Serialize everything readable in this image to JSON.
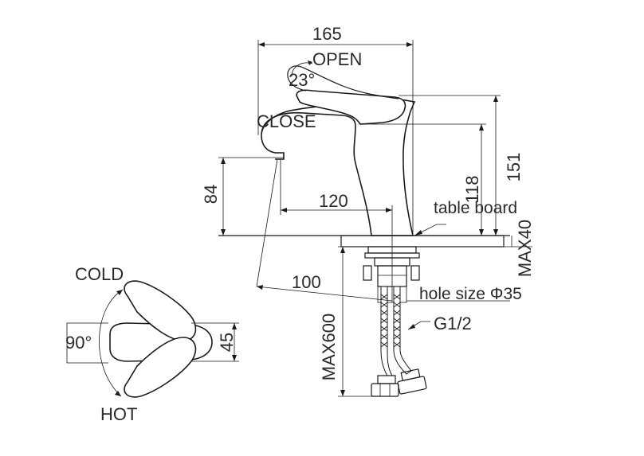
{
  "labels": {
    "width_165": "165",
    "open": "OPEN",
    "angle_23": "23°",
    "close": "CLOSE",
    "height_118": "118",
    "height_151": "151",
    "height_84": "84",
    "reach_120": "120",
    "table_board": "table board",
    "max40": "MAX40",
    "len_100": "100",
    "hole_size": "hole size Φ35",
    "g12": "G1/2",
    "max600": "MAX600",
    "cold": "COLD",
    "angle_90": "90°",
    "hot": "HOT",
    "dim_45": "45"
  }
}
